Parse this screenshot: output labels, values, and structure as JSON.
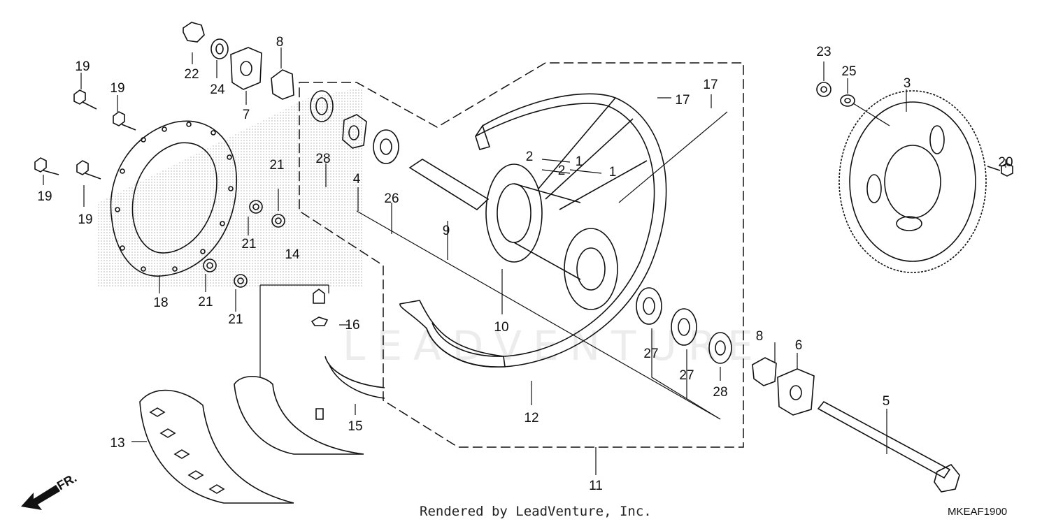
{
  "watermark": "LEADVENTURE",
  "credit": "Rendered by LeadVenture, Inc.",
  "diagram_code": "MKEAF1900",
  "direction_label": "FR.",
  "parts": [
    {
      "id": "p1a",
      "label": "1"
    },
    {
      "id": "p1b",
      "label": "1"
    },
    {
      "id": "p2a",
      "label": "2"
    },
    {
      "id": "p2b",
      "label": "2"
    },
    {
      "id": "p3",
      "label": "3"
    },
    {
      "id": "p4",
      "label": "4"
    },
    {
      "id": "p5",
      "label": "5"
    },
    {
      "id": "p6",
      "label": "6"
    },
    {
      "id": "p7",
      "label": "7"
    },
    {
      "id": "p8a",
      "label": "8"
    },
    {
      "id": "p8b",
      "label": "8"
    },
    {
      "id": "p9",
      "label": "9"
    },
    {
      "id": "p10",
      "label": "10"
    },
    {
      "id": "p11",
      "label": "11"
    },
    {
      "id": "p12",
      "label": "12"
    },
    {
      "id": "p13",
      "label": "13"
    },
    {
      "id": "p14",
      "label": "14"
    },
    {
      "id": "p15",
      "label": "15"
    },
    {
      "id": "p16",
      "label": "16"
    },
    {
      "id": "p17a",
      "label": "17"
    },
    {
      "id": "p17b",
      "label": "17"
    },
    {
      "id": "p18",
      "label": "18"
    },
    {
      "id": "p19a",
      "label": "19"
    },
    {
      "id": "p19b",
      "label": "19"
    },
    {
      "id": "p19c",
      "label": "19"
    },
    {
      "id": "p19d",
      "label": "19"
    },
    {
      "id": "p20",
      "label": "20"
    },
    {
      "id": "p21a",
      "label": "21"
    },
    {
      "id": "p21b",
      "label": "21"
    },
    {
      "id": "p21c",
      "label": "21"
    },
    {
      "id": "p21d",
      "label": "21"
    },
    {
      "id": "p22",
      "label": "22"
    },
    {
      "id": "p23",
      "label": "23"
    },
    {
      "id": "p24",
      "label": "24"
    },
    {
      "id": "p25",
      "label": "25"
    },
    {
      "id": "p26",
      "label": "26"
    },
    {
      "id": "p27a",
      "label": "27"
    },
    {
      "id": "p27b",
      "label": "27"
    },
    {
      "id": "p28a",
      "label": "28"
    },
    {
      "id": "p28b",
      "label": "28"
    }
  ]
}
